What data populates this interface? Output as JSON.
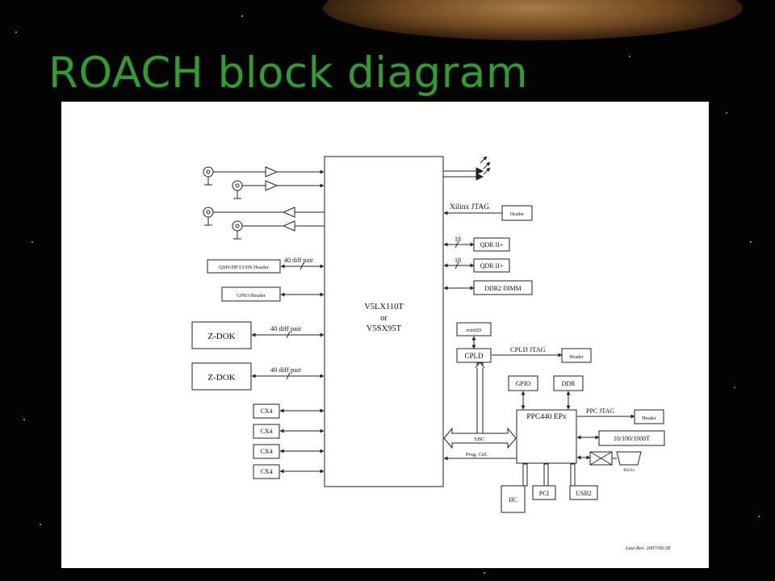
{
  "slide": {
    "title": "ROACH block diagram"
  },
  "diagram": {
    "fpga": {
      "line1": "V5LX110T",
      "line2": "or",
      "line3": "V5SX95T"
    },
    "xilinx_jtag": "Xilinx JTAG",
    "header": "Header",
    "bus_width_18": "18",
    "qdr": "QDR II+",
    "ddr2_dimm": "DDR2 DIMM",
    "qsh_header": "QSH-DP LVDS Header",
    "gpio_header": "GPIO Header",
    "diff_pair": "40 diff pair",
    "zdok": "Z-DOK",
    "cx4": "CX4",
    "minisd": "miniSD",
    "cpld": "CPLD",
    "cpld_jtag": "CPLD JTAG",
    "gpio": "GPIO",
    "ddr": "DDR",
    "ppc_jtag": "PPC JTAG",
    "ppc": "PPC440 EPx",
    "ethernet": "10/100/1000T",
    "rs232": "RS232",
    "ebc": "EBC",
    "prog_ctrl": "Prog. Ctrl.",
    "iic": "IIC",
    "pci": "PCI",
    "usb2": "USB2",
    "last_rev": "Last Rev. 2007/06/28"
  }
}
